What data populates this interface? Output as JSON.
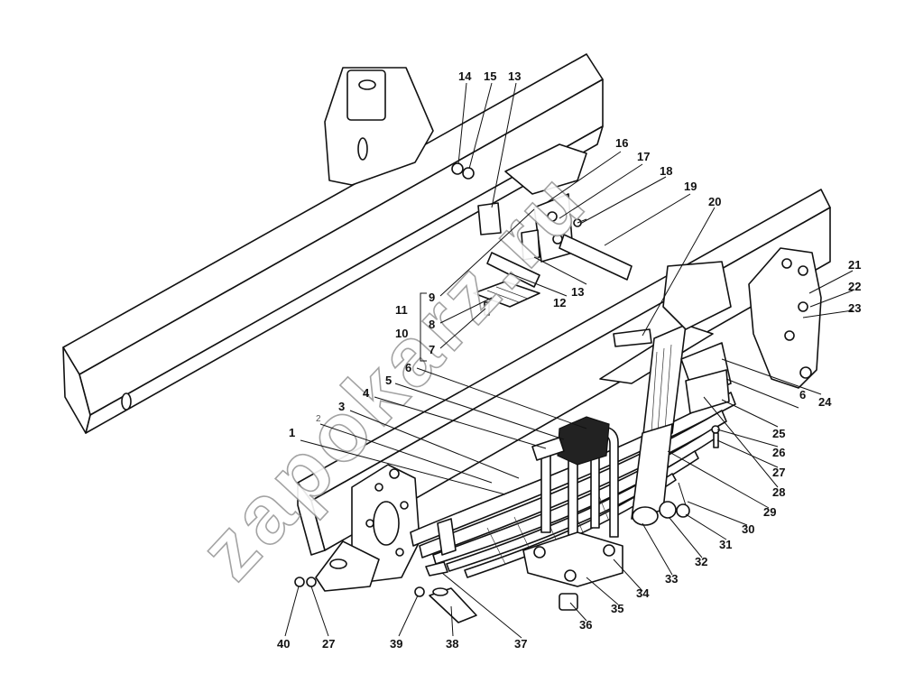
{
  "watermark": "zapokarz.ru",
  "sublabel": "2",
  "callouts": [
    {
      "id": "c1",
      "text": "1"
    },
    {
      "id": "c2",
      "text": "3"
    },
    {
      "id": "c3",
      "text": "4"
    },
    {
      "id": "c4",
      "text": "5"
    },
    {
      "id": "c5",
      "text": "6"
    },
    {
      "id": "c6",
      "text": "10"
    },
    {
      "id": "c7",
      "text": "11"
    },
    {
      "id": "c8",
      "text": "7"
    },
    {
      "id": "c9",
      "text": "8"
    },
    {
      "id": "c10",
      "text": "9"
    },
    {
      "id": "c11",
      "text": "14"
    },
    {
      "id": "c12",
      "text": "15"
    },
    {
      "id": "c13",
      "text": "13"
    },
    {
      "id": "c14",
      "text": "16"
    },
    {
      "id": "c15",
      "text": "17"
    },
    {
      "id": "c16",
      "text": "18"
    },
    {
      "id": "c17",
      "text": "19"
    },
    {
      "id": "c18",
      "text": "20"
    },
    {
      "id": "c19",
      "text": "12"
    },
    {
      "id": "c20",
      "text": "13"
    },
    {
      "id": "c21",
      "text": "21"
    },
    {
      "id": "c22",
      "text": "22"
    },
    {
      "id": "c23",
      "text": "23"
    },
    {
      "id": "c24",
      "text": "24"
    },
    {
      "id": "c25",
      "text": "6"
    },
    {
      "id": "c26",
      "text": "25"
    },
    {
      "id": "c27",
      "text": "26"
    },
    {
      "id": "c28",
      "text": "27"
    },
    {
      "id": "c29",
      "text": "28"
    },
    {
      "id": "c30",
      "text": "29"
    },
    {
      "id": "c31",
      "text": "30"
    },
    {
      "id": "c32",
      "text": "31"
    },
    {
      "id": "c33",
      "text": "32"
    },
    {
      "id": "c34",
      "text": "33"
    },
    {
      "id": "c35",
      "text": "34"
    },
    {
      "id": "c36",
      "text": "35"
    },
    {
      "id": "c37",
      "text": "36"
    },
    {
      "id": "c38",
      "text": "37"
    },
    {
      "id": "c39",
      "text": "38"
    },
    {
      "id": "c40",
      "text": "39"
    },
    {
      "id": "c41",
      "text": "27"
    },
    {
      "id": "c42",
      "text": "40"
    }
  ]
}
